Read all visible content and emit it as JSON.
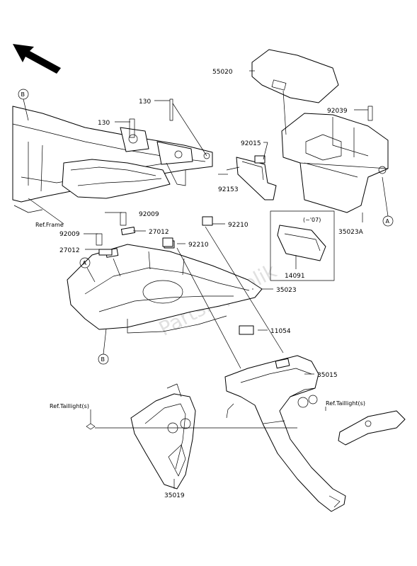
{
  "labels": {
    "p55020": "55020",
    "p130a": "130",
    "p130b": "130",
    "p92039": "92039",
    "p92015": "92015",
    "p92153": "92153",
    "p92009a": "92009",
    "p92009b": "92009",
    "p27012a": "27012",
    "p27012b": "27012",
    "p92210a": "92210",
    "p92210b": "92210",
    "p35023A": "35023A",
    "p35023": "35023",
    "p11054": "11054",
    "p35015": "35015",
    "p14091": "14091",
    "p35019": "35019",
    "ref_frame": "Ref.Frame",
    "ref_tail_l": "Ref.Taillight(s)",
    "ref_tail_r": "Ref.Taillight(s)",
    "version_note": "(~'07)",
    "callout_A": "A",
    "callout_B": "B"
  },
  "watermark": "Partsrepublik",
  "colors": {
    "ink": "#000000",
    "paper": "#ffffff",
    "watermark": "#c8c8c8"
  }
}
